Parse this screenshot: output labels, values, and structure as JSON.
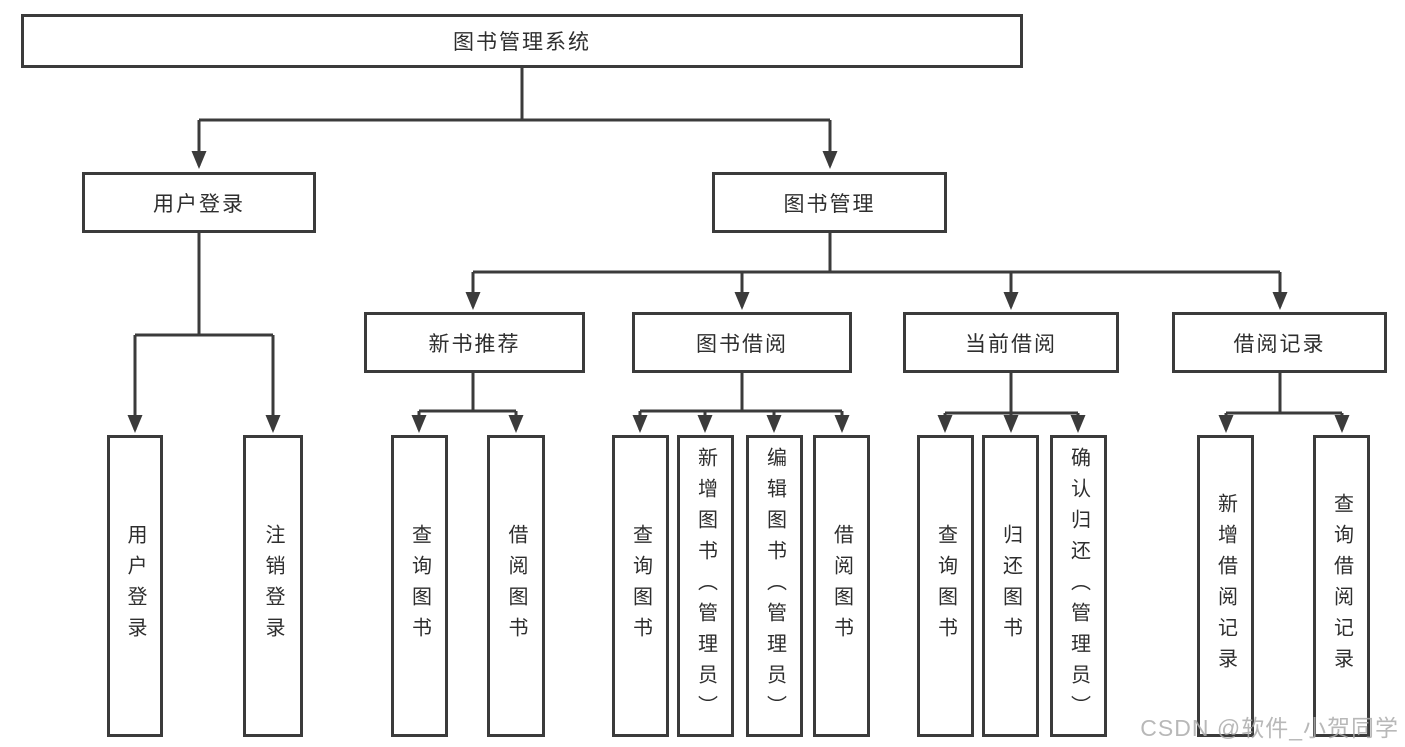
{
  "nodes": {
    "root": "图书管理系统",
    "l2_user_login": "用户登录",
    "l2_book_mgmt": "图书管理",
    "l3_new_books": "新书推荐",
    "l3_book_borrow": "图书借阅",
    "l3_current_borrow": "当前借阅",
    "l3_borrow_records": "借阅记录",
    "leaf_user_login": "用户登录",
    "leaf_logout": "注销登录",
    "leaf_nb_query": "查询图书",
    "leaf_nb_borrow": "借阅图书",
    "leaf_bb_query": "查询图书",
    "leaf_bb_add_admin": "新增图书（管理员）",
    "leaf_bb_edit_admin": "编辑图书（管理员）",
    "leaf_bb_borrow": "借阅图书",
    "leaf_cb_query": "查询图书",
    "leaf_cb_return": "归还图书",
    "leaf_cb_confirm_admin": "确认归还（管理员）",
    "leaf_br_add": "新增借阅记录",
    "leaf_br_query": "查询借阅记录"
  },
  "watermark": "CSDN @软件_小贺同学",
  "colors": {
    "line": "#3b3b3b",
    "text": "#2e2e2e",
    "watermark": "#acacac",
    "background": "#ffffff"
  }
}
